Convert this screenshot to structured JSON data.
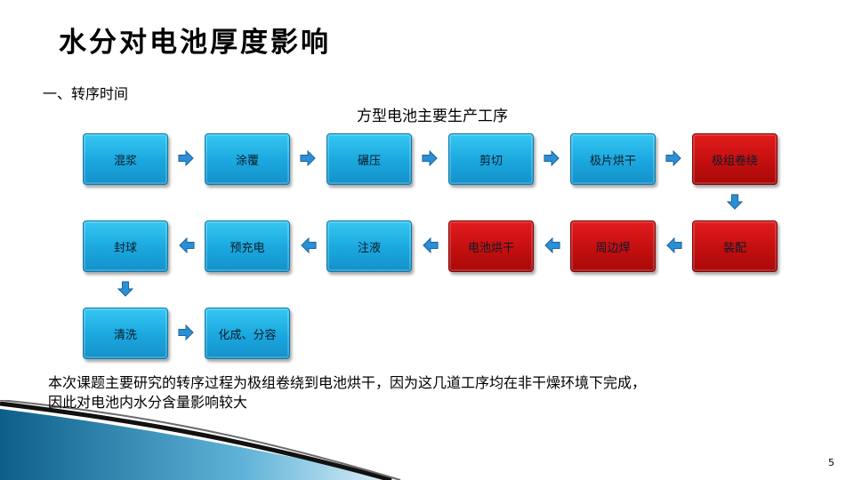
{
  "title": "水分对电池厚度影响",
  "section": "一、转序时间",
  "diagram_title": "方型电池主要生产工序",
  "steps": [
    {
      "label": "混浆",
      "color": "blue"
    },
    {
      "label": "涂覆",
      "color": "blue"
    },
    {
      "label": "碾压",
      "color": "blue"
    },
    {
      "label": "剪切",
      "color": "blue"
    },
    {
      "label": "极片烘干",
      "color": "blue"
    },
    {
      "label": "极组卷绕",
      "color": "red"
    },
    {
      "label": "装配",
      "color": "red"
    },
    {
      "label": "周边焊",
      "color": "red"
    },
    {
      "label": "电池烘干",
      "color": "red"
    },
    {
      "label": "注液",
      "color": "blue"
    },
    {
      "label": "预充电",
      "color": "blue"
    },
    {
      "label": "封球",
      "color": "blue"
    },
    {
      "label": "清洗",
      "color": "blue"
    },
    {
      "label": "化成、分容",
      "color": "blue"
    }
  ],
  "colors": {
    "blue": "#1aa7de",
    "red": "#c40f0f",
    "arrow": "#2a8fd6"
  },
  "summary_line1": "本次课题主要研究的转序过程为极组卷绕到电池烘干，因为这几道工序均在非干燥环境下完成，",
  "summary_line2": "因此对电池内水分含量影响较大",
  "page_number": "5"
}
